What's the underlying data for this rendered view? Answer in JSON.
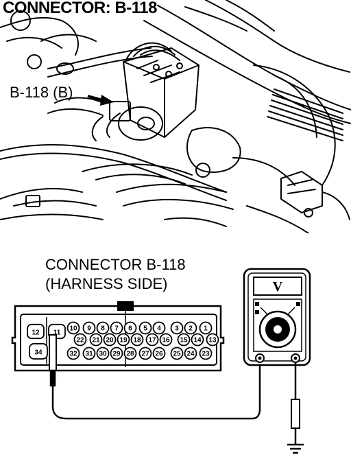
{
  "photo": {
    "title": "CONNECTOR: B-118",
    "callout_label": "B-118 (B)"
  },
  "connector": {
    "title_line1": "CONNECTOR B-118",
    "title_line2": "(HARNESS SIDE)",
    "pins_top": [
      "10",
      "9",
      "8",
      "7",
      "6",
      "5",
      "4",
      "3",
      "2",
      "1"
    ],
    "pins_mid": [
      "22",
      "21",
      "20",
      "19",
      "18",
      "17",
      "16",
      "15",
      "14",
      "13"
    ],
    "pins_bot": [
      "32",
      "31",
      "30",
      "29",
      "28",
      "27",
      "26",
      "25",
      "24",
      "23"
    ],
    "pins_big": [
      "12",
      "11",
      "34"
    ]
  },
  "meter": {
    "display": "V"
  }
}
